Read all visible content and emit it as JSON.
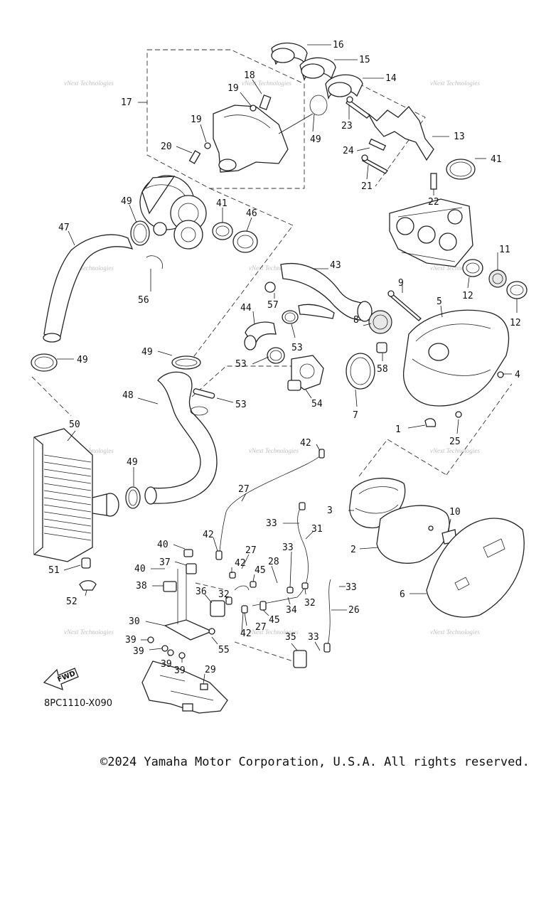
{
  "diagram": {
    "diagram_code": "8PC1110-X090",
    "fwd_label": "FWD",
    "watermark": "vNext Technologies",
    "callouts": {
      "c1": "1",
      "c2": "2",
      "c3": "3",
      "c4": "4",
      "c5": "5",
      "c6": "6",
      "c7": "7",
      "c8": "8",
      "c9": "9",
      "c10": "10",
      "c11": "11",
      "c12a": "12",
      "c12b": "12",
      "c13": "13",
      "c14": "14",
      "c15": "15",
      "c16": "16",
      "c17": "17",
      "c18": "18",
      "c19a": "19",
      "c19b": "19",
      "c20": "20",
      "c21": "21",
      "c22": "22",
      "c23": "23",
      "c24": "24",
      "c25": "25",
      "c26": "26",
      "c27a": "27",
      "c27b": "27",
      "c27c": "27",
      "c28": "28",
      "c29": "29",
      "c30": "30",
      "c31": "31",
      "c32a": "32",
      "c32b": "32",
      "c33a": "33",
      "c33b": "33",
      "c33c": "33",
      "c33d": "33",
      "c34": "34",
      "c35": "35",
      "c36": "36",
      "c37": "37",
      "c38": "38",
      "c39a": "39",
      "c39b": "39",
      "c39c": "39",
      "c39d": "39",
      "c40a": "40",
      "c40b": "40",
      "c41a": "41",
      "c41b": "41",
      "c42a": "42",
      "c42b": "42",
      "c42c": "42",
      "c42d": "42",
      "c43": "43",
      "c44": "44",
      "c45a": "45",
      "c45b": "45",
      "c46": "46",
      "c47": "47",
      "c48": "48",
      "c49a": "49",
      "c49b": "49",
      "c49c": "49",
      "c49d": "49",
      "c49e": "49",
      "c50": "50",
      "c51": "51",
      "c52": "52",
      "c53a": "53",
      "c53b": "53",
      "c53c": "53",
      "c54": "54",
      "c55": "55",
      "c56": "56",
      "c57": "57",
      "c58": "58"
    }
  },
  "footer": {
    "copyright": "©2024 Yamaha Motor Corporation, U.S.A. All rights reserved."
  }
}
